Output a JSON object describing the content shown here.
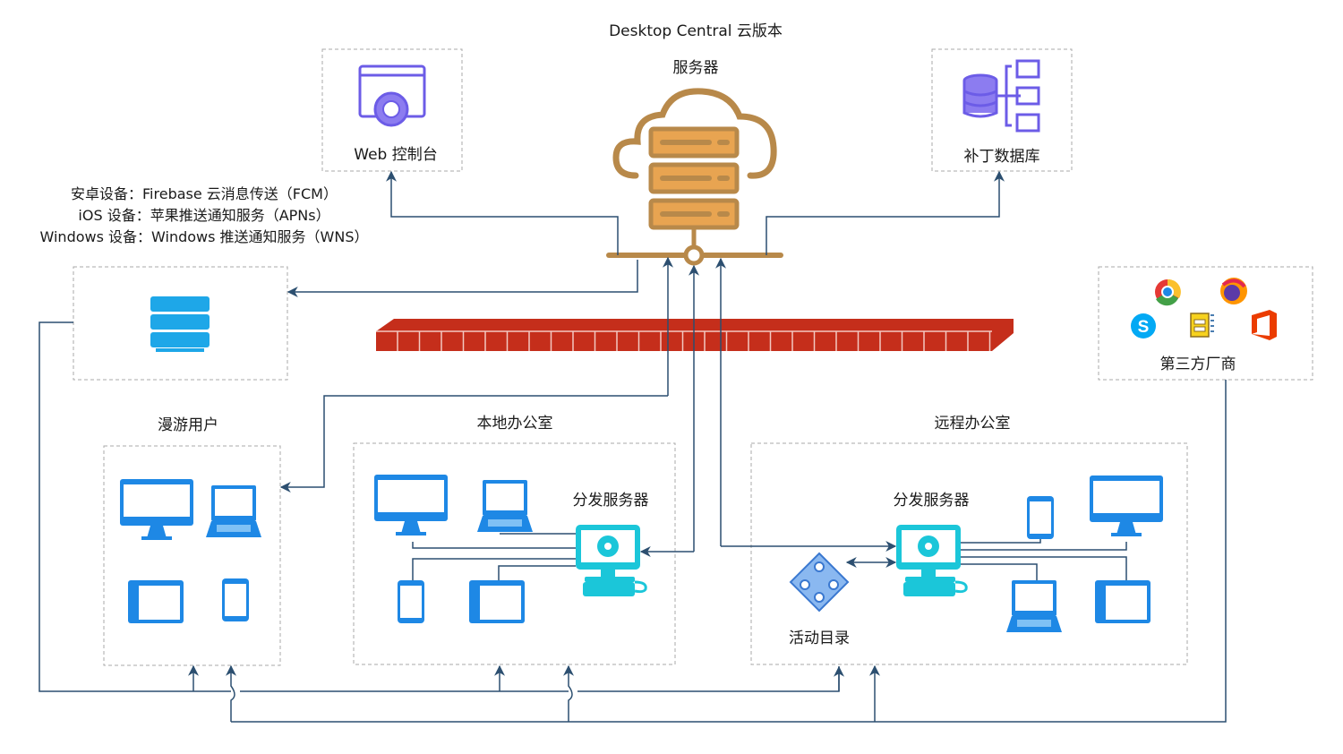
{
  "title": "Desktop Central 云版本",
  "server_label": "服务器",
  "web_console_label": "Web 控制台",
  "patch_db_label": "补丁数据库",
  "push_notes": [
    "安卓设备：Firebase 云消息传送（FCM）",
    "iOS 设备：苹果推送通知服务（APNs）",
    "Windows 设备：Windows 推送通知服务（WNS）"
  ],
  "third_party_label": "第三方厂商",
  "third_party_icons": [
    "chrome-icon",
    "firefox-icon",
    "skype-icon",
    "winzip-icon",
    "office-icon"
  ],
  "roaming_label": "漫游用户",
  "local_office_label": "本地办公室",
  "remote_office_label": "远程办公室",
  "dist_server_label": "分发服务器",
  "active_directory_label": "活动目录",
  "colors": {
    "server_gold": "#b8894a",
    "server_fill": "#e8a451",
    "firewall_red": "#c52e1b",
    "device_blue": "#1e88e5",
    "dist_teal": "#1bc6d9",
    "connector": "#2c4f70",
    "purple": "#6c5ce7"
  }
}
